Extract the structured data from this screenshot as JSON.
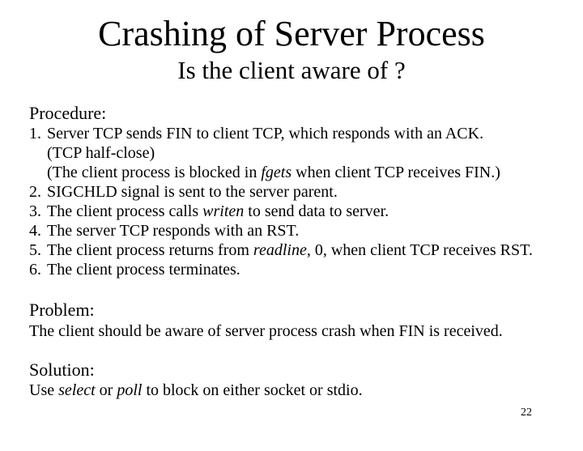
{
  "page": {
    "title": "Crashing of Server Process",
    "subtitle": "Is the client aware of ?",
    "page_number": "22"
  },
  "sections": {
    "procedure": {
      "heading": "Procedure:",
      "items": [
        {
          "num": "1.",
          "lines": [
            "Server TCP sends FIN to client TCP, which responds with an ACK.",
            "(TCP half-close)",
            "(The client process is blocked in *fgets* when client TCP receives FIN.)"
          ]
        },
        {
          "num": "2.",
          "lines": [
            "SIGCHLD signal is sent to the server parent."
          ]
        },
        {
          "num": "3.",
          "lines": [
            "The client process calls *writen* to send data to server."
          ]
        },
        {
          "num": "4.",
          "lines": [
            "The server TCP responds with an RST."
          ]
        },
        {
          "num": "5.",
          "lines": [
            "The client process returns from *readline*, 0, when client TCP receives RST."
          ]
        },
        {
          "num": "6.",
          "lines": [
            "The client process terminates."
          ]
        }
      ]
    },
    "problem": {
      "heading": "Problem:",
      "text": "The client should be aware of server process crash when FIN is received."
    },
    "solution": {
      "heading": "Solution:",
      "text": "Use *select* or *poll* to block on either socket or stdio."
    }
  }
}
